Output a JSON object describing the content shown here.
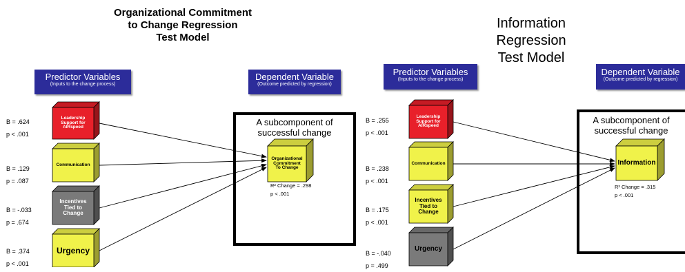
{
  "left_panel": {
    "title": "Organizational Commitment\nto Change Regression\nTest Model",
    "predictor_header": {
      "title": "Predictor Variables",
      "subtitle": "(Inputs to the change process)"
    },
    "dependent_header": {
      "title": "Dependent Variable",
      "subtitle": "(Outcome predicted by regression)"
    },
    "box_title": "A subcomponent of\nsuccessful change",
    "outcome": {
      "label": "Organizational\nCommitment\nTo Change",
      "color": "#f0f24a"
    },
    "result": "R² Change = .298\np < .001",
    "predictors": [
      {
        "label": "Leadership\nSupport for\nAIRspeed",
        "color": "#e8202a",
        "text_color": "#ffffff",
        "stats": "B = .624\np < .001"
      },
      {
        "label": "Communication",
        "color": "#f0f24a",
        "text_color": "#000000",
        "stats": "B = .129\np = .087"
      },
      {
        "label": "Incentives\nTied to\nChange",
        "color": "#7a7a7a",
        "text_color": "#ffffff",
        "stats": "B = -.033\np = .674"
      },
      {
        "label": "Urgency",
        "color": "#f0f24a",
        "text_color": "#000000",
        "stats": "B = .374\np < .001"
      }
    ]
  },
  "right_panel": {
    "title": "Information\nRegression\nTest Model",
    "predictor_header": {
      "title": "Predictor Variables",
      "subtitle": "(Inputs to the change process)"
    },
    "dependent_header": {
      "title": "Dependent Variable",
      "subtitle": "(Outcome predicted by regression)"
    },
    "box_title": "A subcomponent of\nsuccessful change",
    "outcome": {
      "label": "Information",
      "color": "#f0f24a"
    },
    "result": "R² Change = .315\np < .001",
    "predictors": [
      {
        "label": "Leadership\nSupport for\nAIRspeed",
        "color": "#e8202a",
        "text_color": "#ffffff",
        "stats": "B = .255\np < .001"
      },
      {
        "label": "Communication",
        "color": "#f0f24a",
        "text_color": "#000000",
        "stats": "B = .238\np < .001"
      },
      {
        "label": "Incentives\nTied to\nChange",
        "color": "#f0f24a",
        "text_color": "#000000",
        "stats": "B = .175\np < .001"
      },
      {
        "label": "Urgency",
        "color": "#7a7a7a",
        "text_color": "#000000",
        "stats": "B = -.040\np = .499"
      }
    ]
  }
}
